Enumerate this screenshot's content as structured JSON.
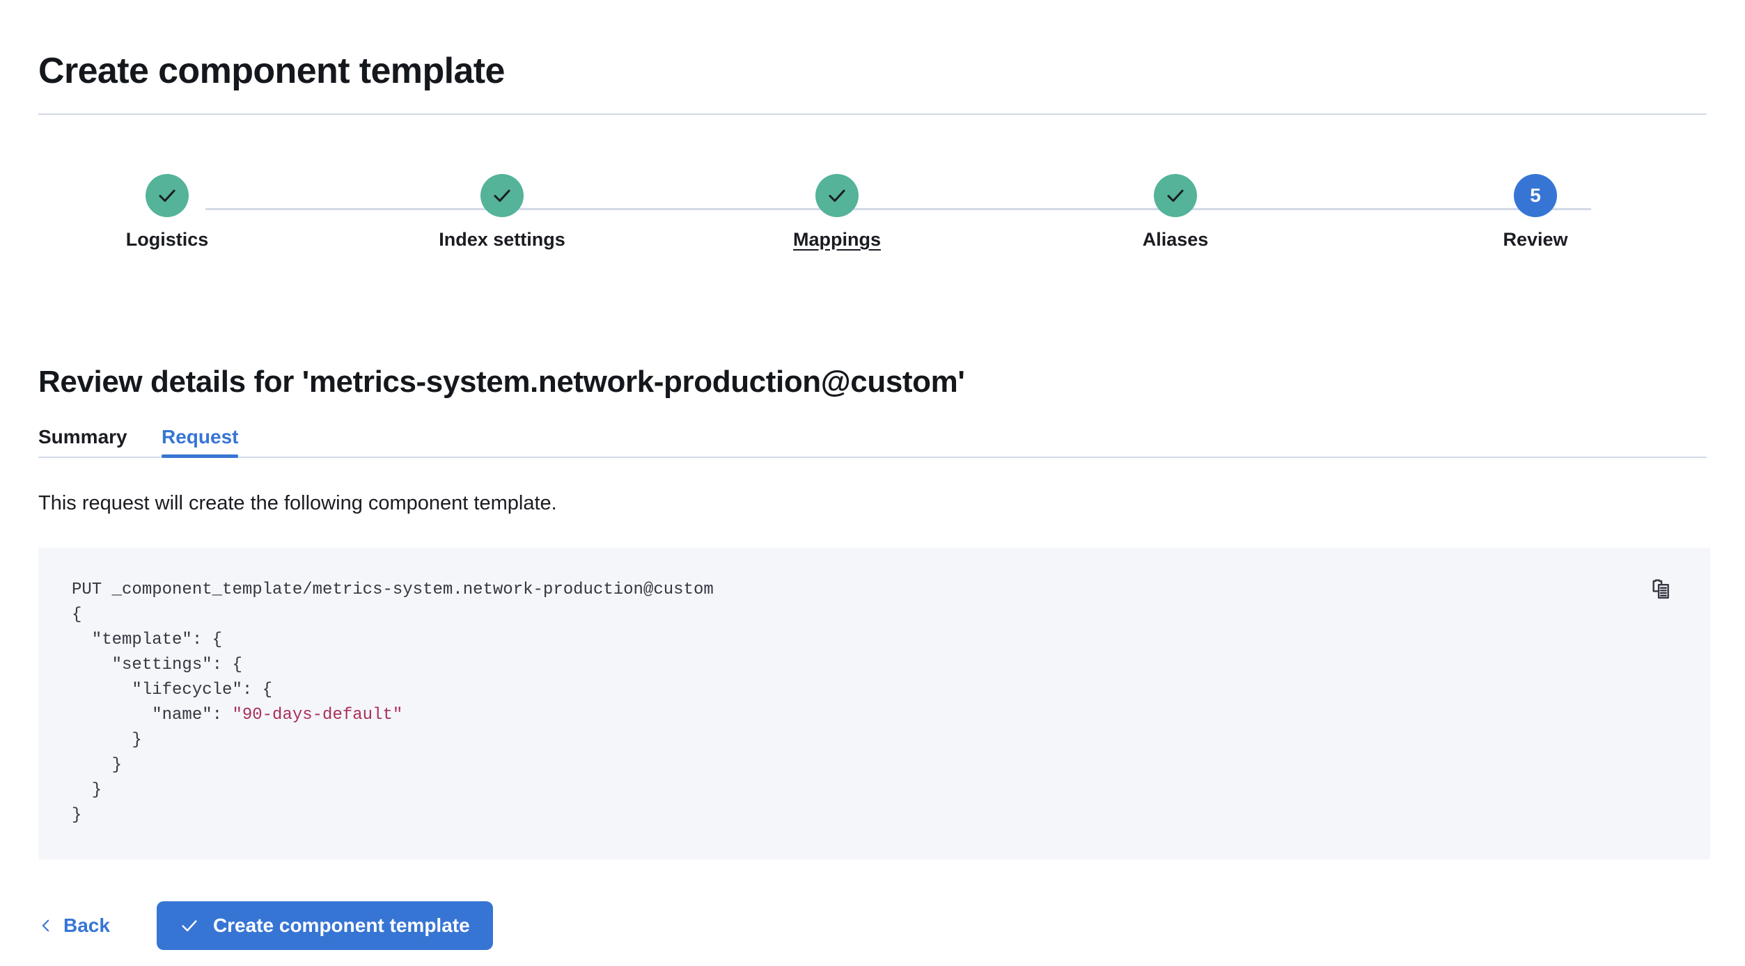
{
  "header": {
    "title": "Create component template"
  },
  "stepper": {
    "steps": [
      {
        "label": "Logistics",
        "state": "done",
        "icon": "check-icon",
        "number": "1",
        "hovered": false
      },
      {
        "label": "Index settings",
        "state": "done",
        "icon": "check-icon",
        "number": "2",
        "hovered": false
      },
      {
        "label": "Mappings",
        "state": "done",
        "icon": "check-icon",
        "number": "3",
        "hovered": true
      },
      {
        "label": "Aliases",
        "state": "done",
        "icon": "check-icon",
        "number": "4",
        "hovered": false
      },
      {
        "label": "Review",
        "state": "current",
        "icon": "",
        "number": "5",
        "hovered": false
      }
    ],
    "colors": {
      "done": "#54b399",
      "current": "#3775d4",
      "line": "#d3dae6"
    }
  },
  "review": {
    "heading": "Review details for 'metrics-system.network-production@custom'",
    "tabs": [
      {
        "label": "Summary",
        "active": false
      },
      {
        "label": "Request",
        "active": true
      }
    ],
    "description": "This request will create the following component template.",
    "code": {
      "method_and_path": "PUT _component_template/metrics-system.network-production@custom",
      "line_open_brace": "{",
      "key_template": "  \"template\": {",
      "key_settings": "    \"settings\": {",
      "key_lifecycle": "      \"lifecycle\": {",
      "key_name_prefix": "        \"name\": ",
      "value_name": "\"90-days-default\"",
      "close_1": "      }",
      "close_2": "    }",
      "close_3": "  }",
      "close_4": "}",
      "copy_icon": "copy-clipboard-icon",
      "string_color": "#a8305a",
      "background": "#f5f6fa"
    }
  },
  "footer": {
    "back_label": "Back",
    "back_icon": "chevron-left-icon",
    "submit_label": "Create component template",
    "submit_icon": "check-icon",
    "submit_color": "#3775d4"
  }
}
